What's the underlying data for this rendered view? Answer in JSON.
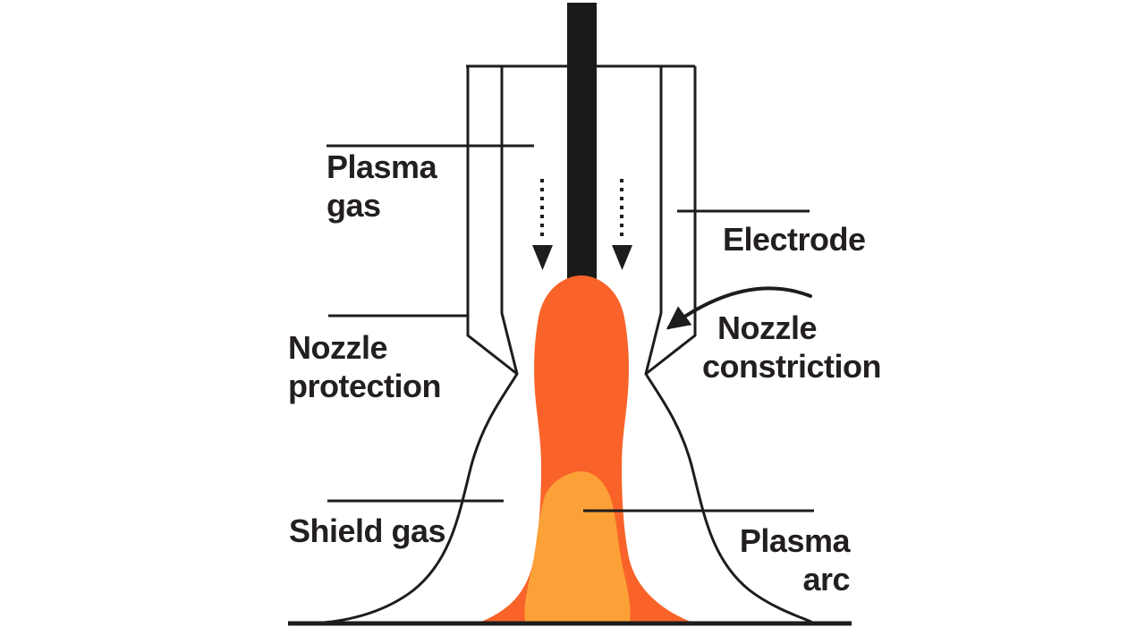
{
  "labels": {
    "plasma_gas": {
      "line1": "Plasma",
      "line2": "gas"
    },
    "electrode": {
      "line1": "Electrode"
    },
    "nozzle_protection": {
      "line1": "Nozzle",
      "line2": "protection"
    },
    "nozzle_constriction": {
      "line1": "Nozzle",
      "line2": "constriction"
    },
    "shield_gas": {
      "line1": "Shield gas"
    },
    "plasma_arc": {
      "line1": "Plasma",
      "line2": "arc"
    }
  },
  "colors": {
    "outline": "#1d1d1b",
    "label_text": "#231f20",
    "electrode_fill": "#1b1a19",
    "flame_outer": "#f96329",
    "flame_inner": "#fba137"
  }
}
